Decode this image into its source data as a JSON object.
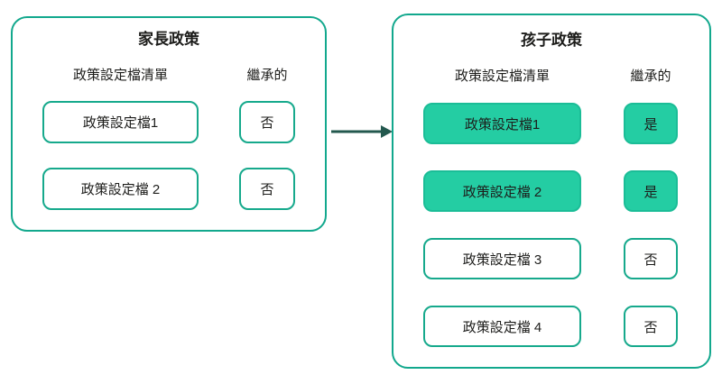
{
  "colors": {
    "panel_border": "#12a88d",
    "cell_border": "#16a98c",
    "highlight_fill": "#24cda3",
    "arrow": "#23584e",
    "text": "#1d1d1b"
  },
  "arrow": {
    "direction": "left-to-right"
  },
  "left_panel": {
    "title": "家長政策",
    "columns": {
      "profiles": "政策設定檔清單",
      "inherited": "繼承的"
    },
    "rows": [
      {
        "profile": "政策設定檔1",
        "inherited": "否",
        "highlighted": false
      },
      {
        "profile": "政策設定檔 2",
        "inherited": "否",
        "highlighted": false
      }
    ]
  },
  "right_panel": {
    "title": "孩子政策",
    "columns": {
      "profiles": "政策設定檔清單",
      "inherited": "繼承的"
    },
    "rows": [
      {
        "profile": "政策設定檔1",
        "inherited": "是",
        "highlighted": true
      },
      {
        "profile": "政策設定檔 2",
        "inherited": "是",
        "highlighted": true
      },
      {
        "profile": "政策設定檔 3",
        "inherited": "否",
        "highlighted": false
      },
      {
        "profile": "政策設定檔 4",
        "inherited": "否",
        "highlighted": false
      }
    ]
  }
}
